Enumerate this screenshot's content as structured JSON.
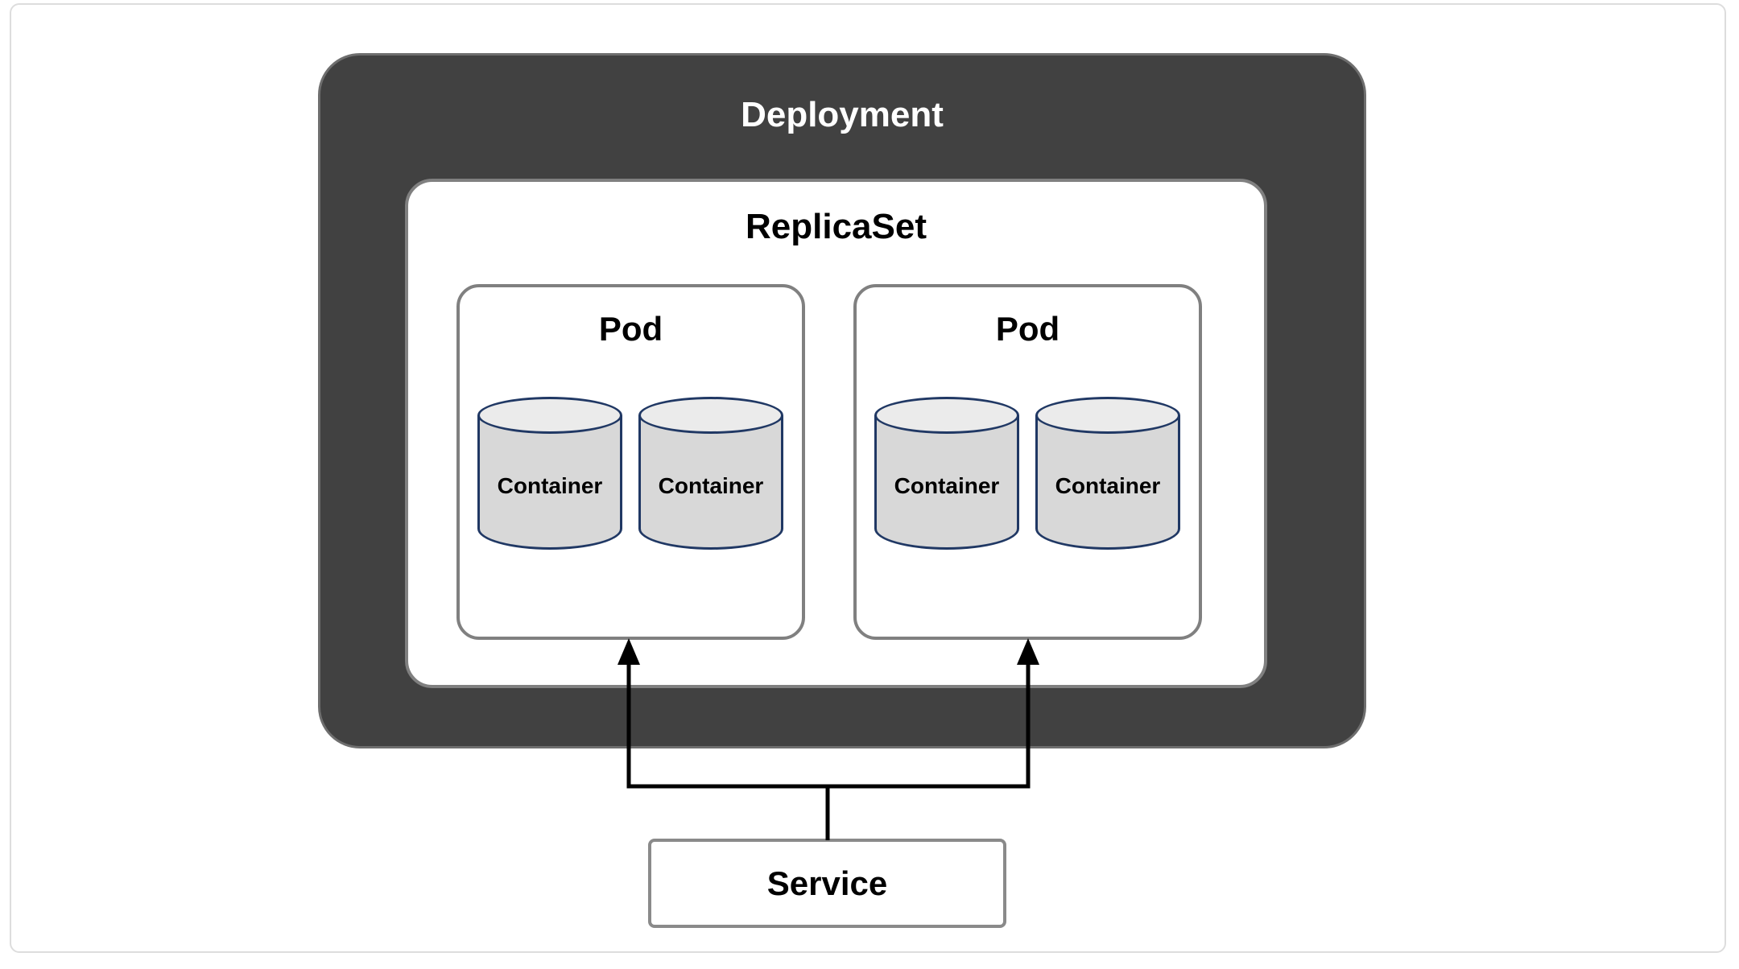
{
  "diagram": {
    "deployment": {
      "label": "Deployment"
    },
    "replicaset": {
      "label": "ReplicaSet"
    },
    "pods": [
      {
        "label": "Pod",
        "containers": [
          {
            "label": "Container"
          },
          {
            "label": "Container"
          }
        ]
      },
      {
        "label": "Pod",
        "containers": [
          {
            "label": "Container"
          },
          {
            "label": "Container"
          }
        ]
      }
    ],
    "service": {
      "label": "Service"
    },
    "connections": [
      {
        "from": "Service",
        "to": "Pod 1",
        "style": "solid-black-arrow"
      },
      {
        "from": "Service",
        "to": "Pod 2",
        "style": "solid-black-arrow"
      }
    ],
    "colors": {
      "deployment_fill": "#414141",
      "deployment_border": "#6e6e6e",
      "deployment_text": "#ffffff",
      "box_border_gray": "#808080",
      "box_fill": "#ffffff",
      "cylinder_fill": "#d8d8d8",
      "cylinder_top_fill": "#ebebeb",
      "cylinder_stroke": "#203864",
      "arrow": "#000000",
      "label_text": "#000000",
      "page_border": "#dddddd"
    }
  }
}
